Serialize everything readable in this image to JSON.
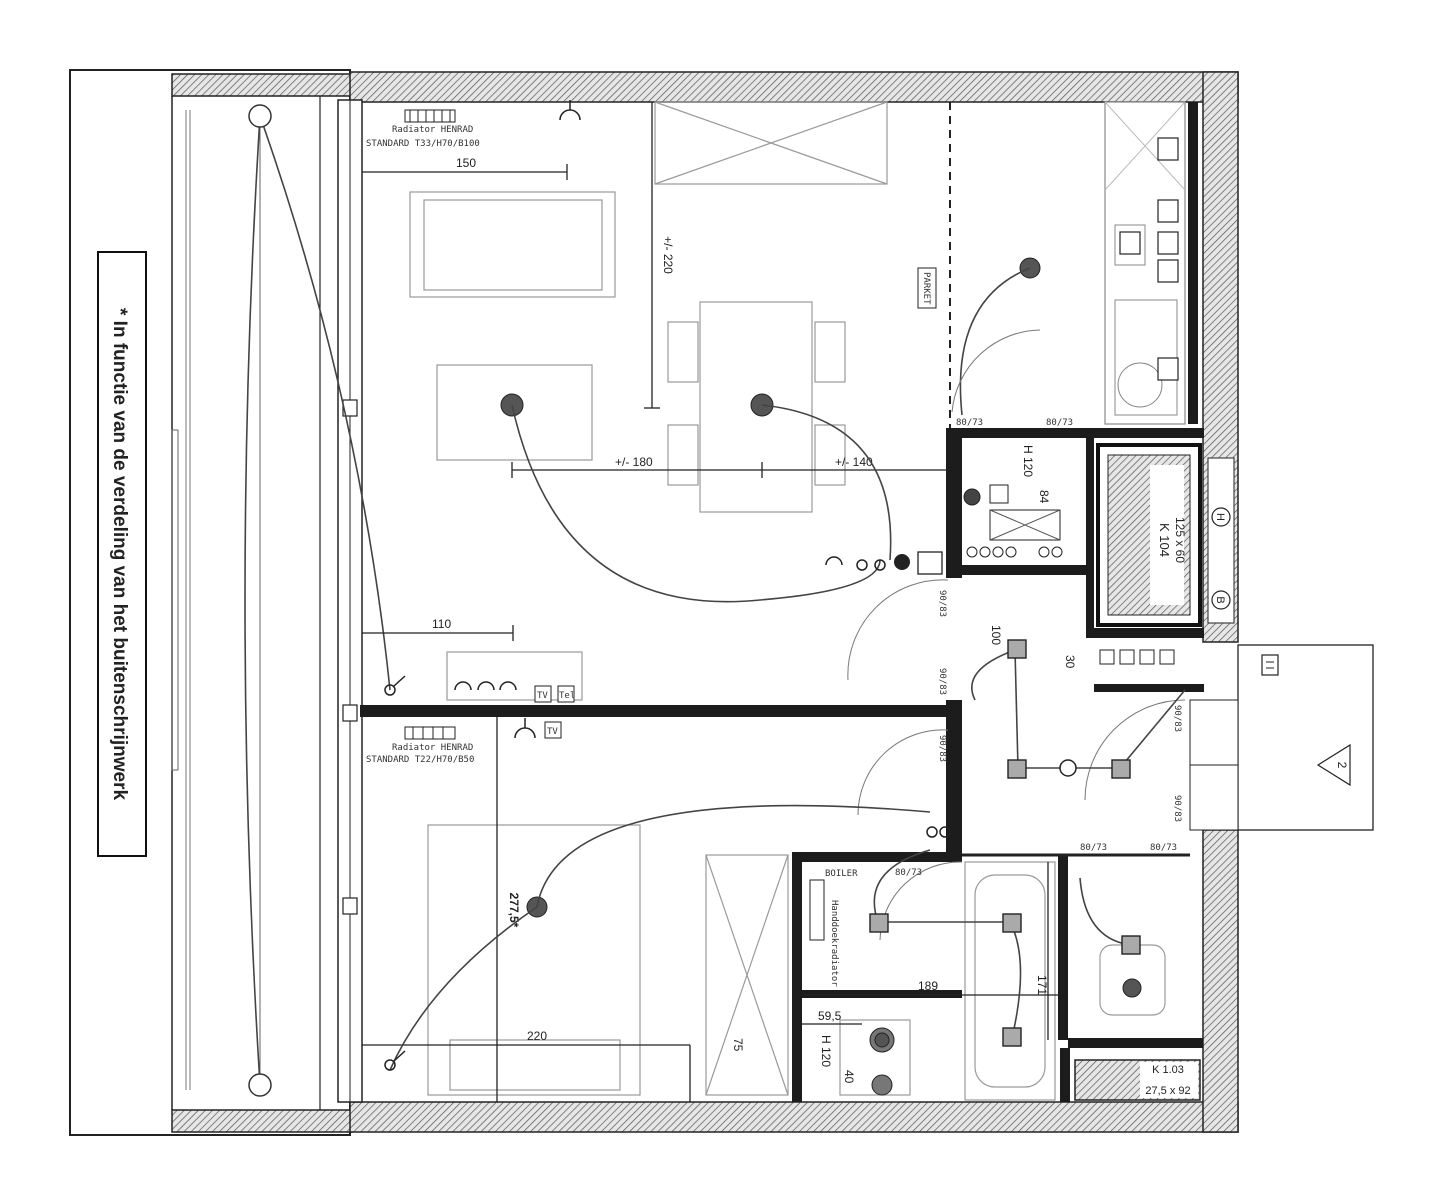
{
  "note": "* In functie van de verdeling van het buitenschrijnwerk",
  "radiators": [
    {
      "line1": "Radiator HENRAD",
      "line2": "STANDARD T33/H70/B100"
    },
    {
      "line1": "Radiator HENRAD",
      "line2": "STANDARD T22/H70/B50"
    }
  ],
  "dimensions": {
    "d150": "150",
    "d220v": "+/- 220",
    "d180": "+/- 180",
    "d140": "+/- 140",
    "d110": "110",
    "d277": "277,5*",
    "d220": "220",
    "d75": "75",
    "d189": "189",
    "d171": "171",
    "d59": "59,5",
    "d40": "40",
    "d84": "84",
    "d100": "100",
    "d30": "30",
    "h120a": "H 120",
    "h120b": "H 120"
  },
  "doors": {
    "d1": "80/73",
    "d2": "80/73",
    "d3": "90/83",
    "d4": "90/83",
    "d5": "80/73",
    "d6": "90/83",
    "d7": "80/73",
    "d8": "80/73",
    "d9": "90/83",
    "d10": "90/83"
  },
  "labels": {
    "parket": "PARKET",
    "tv1": "TV",
    "tv2": "TV",
    "tel": "Tel",
    "k104": "K 104",
    "k104size": "125 x 60",
    "k103": "K 1.03",
    "k103size": "27,5 x 92",
    "h": "H",
    "b": "B",
    "triangle": "2",
    "boiler": "BOILER",
    "heater_note": "Handdoekradiator"
  }
}
